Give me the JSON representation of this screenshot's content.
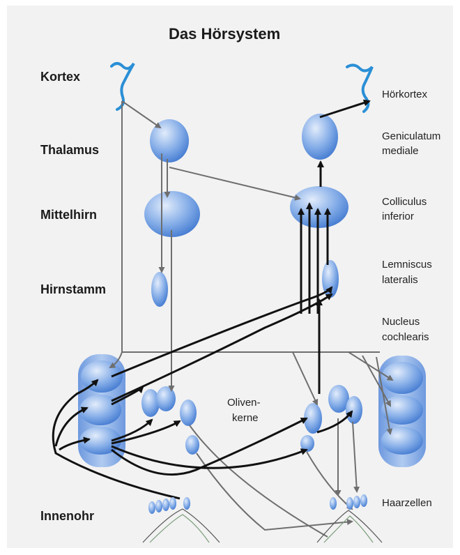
{
  "title": "Das Hörsystem",
  "levels": {
    "kortex": "Kortex",
    "thalamus": "Thalamus",
    "mittelhirn": "Mittelhirn",
    "hirnstamm": "Hirnstamm",
    "innenohr": "Innenohr"
  },
  "structures": {
    "hoerkortex": "Hörkortex",
    "geniculatum_1": "Geniculatum",
    "geniculatum_2": "mediale",
    "colliculus_1": "Colliculus",
    "colliculus_2": "inferior",
    "lemniscus_1": "Lemniscus",
    "lemniscus_2": "lateralis",
    "nucleus_1": "Nucleus",
    "nucleus_2": "cochlearis",
    "oliven_1": "Oliven-",
    "oliven_2": "kerne",
    "haarzellen": "Haarzellen"
  },
  "colors": {
    "background": "#f2f2f2",
    "nucleus_fill": "#7fa8e6",
    "nucleus_highlight": "#dbe7fa",
    "cortex_line": "#2a8fd6",
    "ascending_arrow": "#111111",
    "descending_arrow": "#6e6e6e"
  }
}
